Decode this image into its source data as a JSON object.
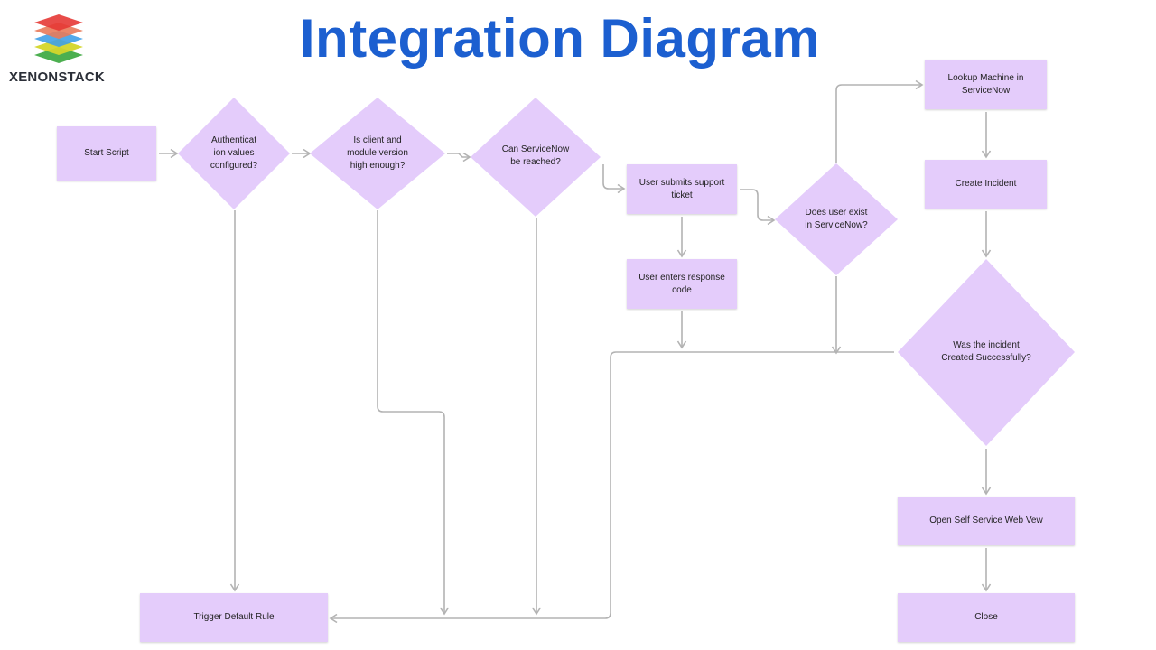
{
  "header": {
    "title": "Integration Diagram",
    "brand": "XENONSTACK"
  },
  "nodes": {
    "start": "Start Script",
    "auth": "Authenticat ion values configured?",
    "version": "Is client and module version high enough?",
    "reach": "Can ServiceNow be reached?",
    "submit": "User submits support ticket",
    "response": "User enters response code",
    "exist": "Does user exist in ServiceNow?",
    "lookup": "Lookup Machine in ServiceNow",
    "create": "Create Incident",
    "success": "Was the incident Created Successfully?",
    "selfservice": "Open Self Service Web Vew",
    "close": "Close",
    "trigger": "Trigger Default Rule"
  },
  "colors": {
    "node_fill": "#e4ccfb",
    "connector": "#b3b3b3",
    "title": "#1c5fd0"
  }
}
